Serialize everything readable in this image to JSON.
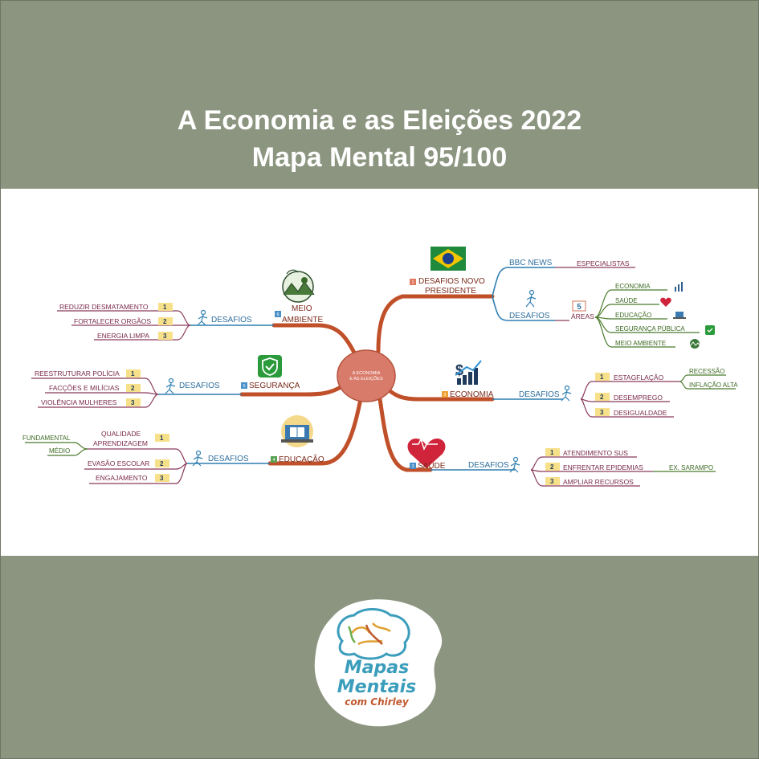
{
  "header": {
    "title_line1": "A Economia e as Eleições 2022",
    "title_line2": "Mapa Mental 95/100"
  },
  "colors": {
    "background": "#8c9580",
    "panel": "#ffffff",
    "branch_orange": "#c0502a",
    "branch_blue": "#2f7fb0",
    "branch_green": "#4a7a2c",
    "branch_purple": "#8a3a5c",
    "central_node": "#d97b6a"
  },
  "central": {
    "label_line1": "A ECONOMIA",
    "label_line2": "E AS ELEIÇÕES"
  },
  "branches": {
    "presidente": {
      "number": "1",
      "label_line1": "DESAFIOS NOVO",
      "label_line2": "PRESIDENTE",
      "icon": "brazil-flag-icon",
      "bbc": "BBC NEWS",
      "especialistas": "ESPECIALISTAS",
      "desafios": "DESAFIOS",
      "areas_num": "5",
      "areas": "ÁREAS",
      "areas_items": [
        "ECONOMIA",
        "SAÚDE",
        "EDUCAÇÃO",
        "SEGURANÇA PÚBLICA",
        "MEIO AMBIENTE"
      ]
    },
    "economia": {
      "number": "2",
      "label": "ECONOMIA",
      "icon": "growth-chart-icon",
      "desafios": "DESAFIOS",
      "items": [
        "ESTAGFLAÇÃO",
        "DESEMPREGO",
        "DESIGUALDADE"
      ],
      "sub": [
        "RECESSÃO",
        "INFLAÇÃO ALTA"
      ]
    },
    "saude": {
      "number": "3",
      "label": "SAÚDE",
      "icon": "heart-pulse-icon",
      "desafios": "DESAFIOS",
      "items": [
        "ATENDIMENTO SUS",
        "ENFRENTAR EPIDEMIAS",
        "AMPLIAR RECURSOS"
      ],
      "example": "EX. SARAMPO"
    },
    "educacao": {
      "number": "4",
      "label": "EDUCAÇÃO",
      "icon": "laptop-book-icon",
      "desafios": "DESAFIOS",
      "item1_line1": "QUALIDADE",
      "item1_line2": "APRENDIZAGEM",
      "items": [
        "EVASÃO ESCOLAR",
        "ENGAJAMENTO"
      ],
      "levels": [
        "FUNDAMENTAL",
        "MÉDIO"
      ]
    },
    "seguranca": {
      "number": "5",
      "label": "SEGURANÇA",
      "icon": "shield-check-icon",
      "desafios": "DESAFIOS",
      "items": [
        "REESTRUTURAR POLÍCIA",
        "FACÇÕES E MILÍCIAS",
        "VIOLÊNCIA MULHERES"
      ]
    },
    "meio_ambiente": {
      "number": "6",
      "label_line1": "MEIO",
      "label_line2": "AMBIENTE",
      "icon": "nature-landscape-icon",
      "desafios": "DESAFIOS",
      "items": [
        "REDUZIR DESMATAMENTO",
        "FORTALECER ORGÃOS",
        "ENERGIA LIMPA"
      ]
    }
  },
  "rank_badges": [
    "1",
    "2",
    "3"
  ],
  "logo": {
    "line1": "Mapas",
    "line2": "Mentais",
    "line3": "com Chirley",
    "icon": "brain-logo-icon"
  }
}
